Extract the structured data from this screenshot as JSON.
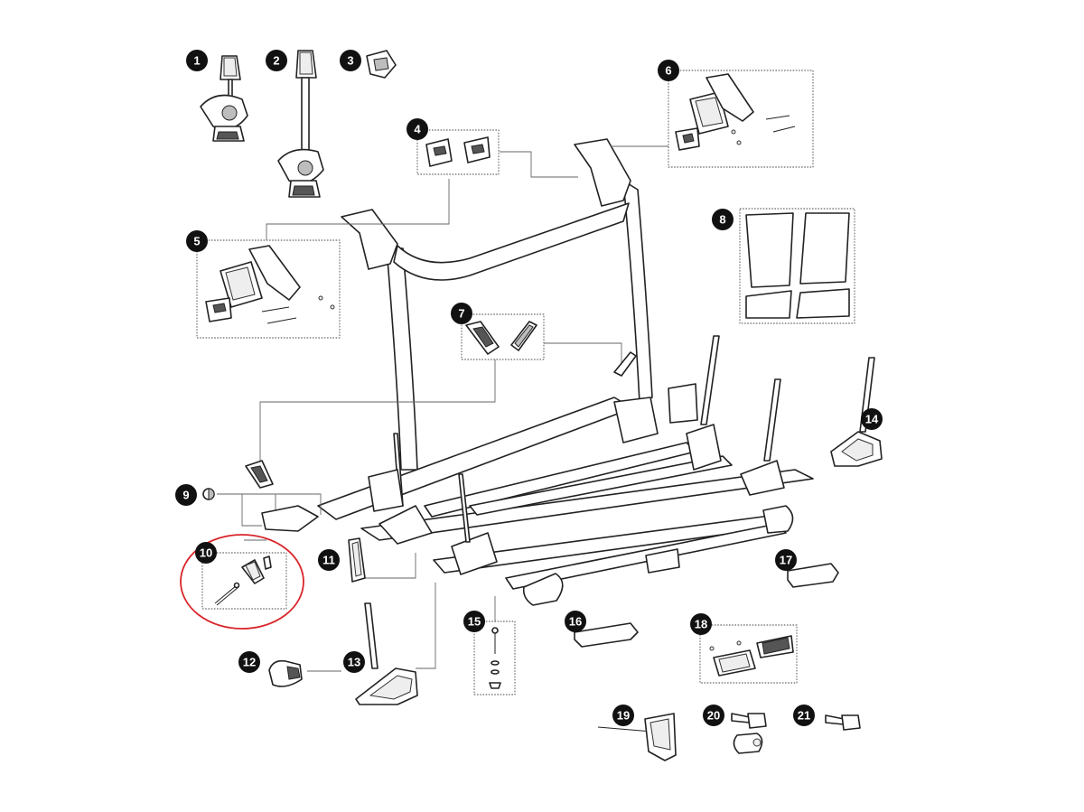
{
  "callouts": [
    {
      "id": "1",
      "label": "1"
    },
    {
      "id": "2",
      "label": "2"
    },
    {
      "id": "3",
      "label": "3"
    },
    {
      "id": "4",
      "label": "4"
    },
    {
      "id": "5",
      "label": "5"
    },
    {
      "id": "6",
      "label": "6"
    },
    {
      "id": "7",
      "label": "7"
    },
    {
      "id": "8",
      "label": "8"
    },
    {
      "id": "9",
      "label": "9"
    },
    {
      "id": "10",
      "label": "10"
    },
    {
      "id": "11",
      "label": "11"
    },
    {
      "id": "12",
      "label": "12"
    },
    {
      "id": "13",
      "label": "13"
    },
    {
      "id": "14",
      "label": "14"
    },
    {
      "id": "15",
      "label": "15"
    },
    {
      "id": "16",
      "label": "16"
    },
    {
      "id": "17",
      "label": "17"
    },
    {
      "id": "18",
      "label": "18"
    },
    {
      "id": "19",
      "label": "19"
    },
    {
      "id": "20",
      "label": "20"
    },
    {
      "id": "21",
      "label": "21"
    }
  ],
  "highlight": {
    "callout": "10",
    "color": "#d9262b"
  },
  "colors": {
    "callout_fill": "#111111",
    "line": "#222222",
    "background": "#ffffff"
  }
}
